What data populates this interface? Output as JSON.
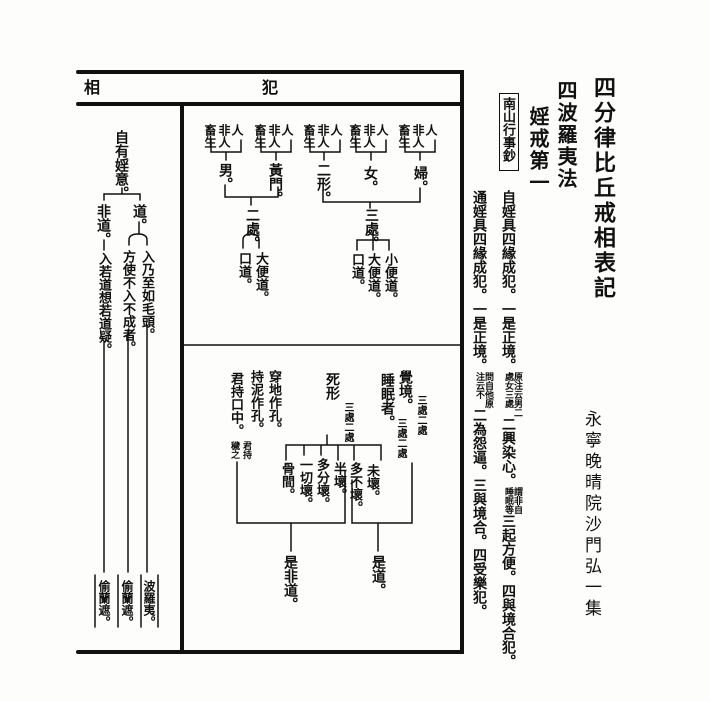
{
  "title": {
    "main": "四分律比丘戒相表記",
    "section": "四波羅夷法",
    "chapter": "婬戒第一",
    "stamp": "南山行事鈔"
  },
  "intro": {
    "col1_a": "自婬具四緣成犯。一是正境。",
    "col1_note": "原注云男二處女三處",
    "col1_b": "二興染心。",
    "col1_note2": "謂非自睡眠等",
    "col1_c": "三起方便。四與境合犯。",
    "col2_a": "通婬具四緣成犯。一是正境。",
    "col2_note": "問自他原注云不",
    "col2_b": "二為怨逼。三與境合。四受樂犯。"
  },
  "author": "永寧晚晴院沙門弘一集",
  "table": {
    "header_left": "相",
    "header_right": "犯",
    "upper": {
      "beings": [
        "人",
        "非人",
        "畜生"
      ],
      "groups": [
        "男。",
        "黃門。",
        "二形。",
        "女。",
        "婦。"
      ],
      "two_places": "二處。",
      "three_places": "三處。",
      "two_items": [
        "口道。",
        "大便道。"
      ],
      "three_items": [
        "口道。",
        "大便道。",
        "小便道。"
      ]
    },
    "lower": {
      "left_items": [
        "君持口中。",
        "君持",
        "穢之",
        "持泥作孔。",
        "穿地作孔。"
      ],
      "dead_body": "死形",
      "dead_note": "三處二處",
      "awake": "覺境。",
      "awake_note": "三處二處",
      "asleep": "睡眠者。",
      "asleep_note": "三處二處",
      "decay": [
        "骨間。",
        "一切壞。",
        "多分壞。",
        "半壞。",
        "多不壞。",
        "未壞。"
      ],
      "not_path": "是非道。",
      "is_path": "是道。"
    },
    "left": {
      "root": "自有婬意。",
      "non_path": "非道。",
      "path": "道。",
      "c1": "入若道想若道疑。",
      "c2": "方使不入不成者。",
      "c3": "入乃至如毛頭。",
      "r1": "偷蘭遮。",
      "r2": "偷蘭遮。",
      "r3": "波羅夷。"
    }
  }
}
